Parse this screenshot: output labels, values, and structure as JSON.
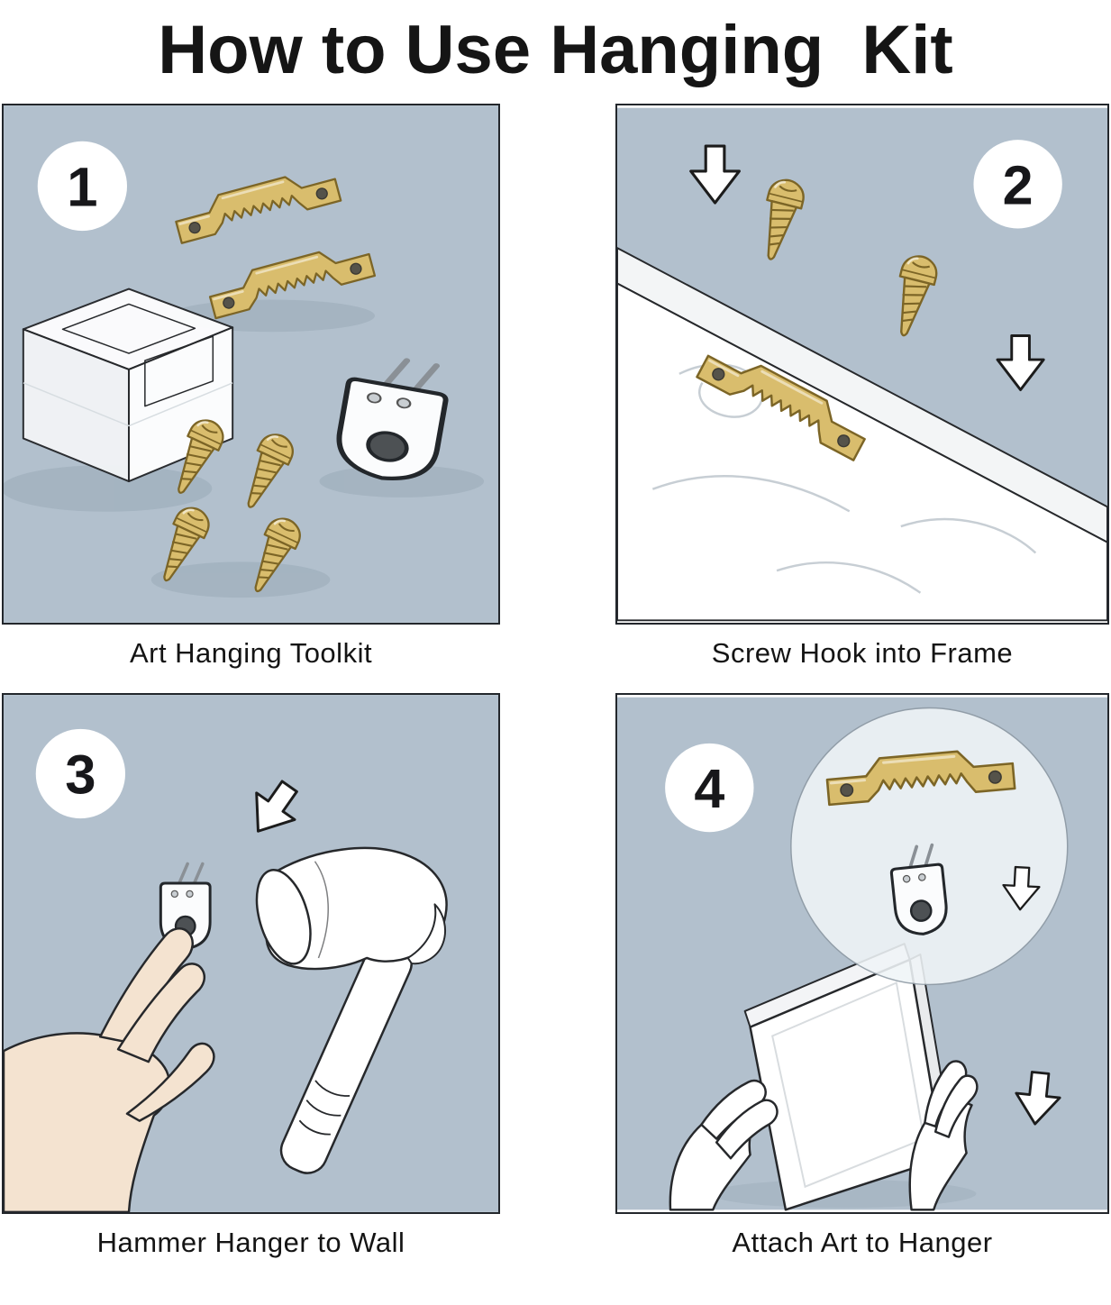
{
  "title": "How to Use Hanging  Kit",
  "panels": [
    {
      "number": "1",
      "caption": "Art Hanging Toolkit"
    },
    {
      "number": "2",
      "caption": "Screw Hook into Frame"
    },
    {
      "number": "3",
      "caption": "Hammer Hanger to Wall"
    },
    {
      "number": "4",
      "caption": "Attach Art to Hanger"
    }
  ],
  "colors": {
    "page_bg": "#ffffff",
    "panel_bg": "#b2c0cd",
    "brass": "#d9bd6d",
    "brass_dark": "#7c6526",
    "hole": "#55534a",
    "outline": "#26282b",
    "skin": "#f4e3d0",
    "shadow": "#94a6b4",
    "board_white": "#ffffff",
    "board_edge": "#f3f5f6",
    "text": "#141414"
  }
}
